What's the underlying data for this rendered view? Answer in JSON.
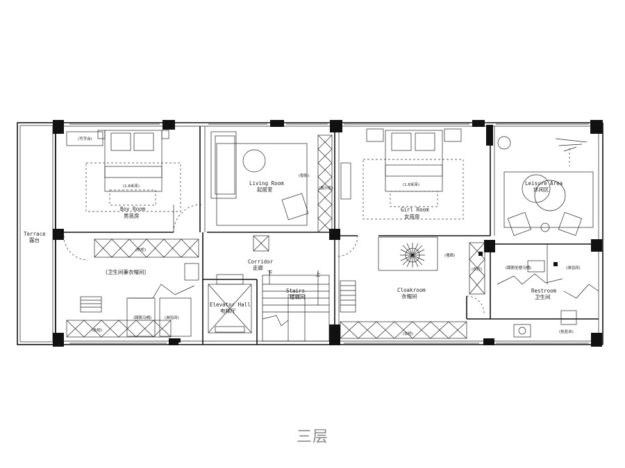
{
  "floor_title": "三层",
  "rooms": {
    "terrace": {
      "en": "Terrace",
      "cn": "露台"
    },
    "boy_room": {
      "en": "Boy Room",
      "cn": "男孩房",
      "bed": "(1.8米床)",
      "desk": "(写字台)"
    },
    "living_room": {
      "en": "Living Room",
      "cn": "起居室",
      "shadow_label": "(投影)",
      "shelf_label": "(展示柜)"
    },
    "girl_room": {
      "en": "Girl Room",
      "cn": "女孩房",
      "bed": "(1.8米床)"
    },
    "leisure_area": {
      "en": "Leisure Area",
      "cn": "休闲区"
    },
    "bath_closet": {
      "cn": "(卫生间兼衣帽间)",
      "cabinet": "(衣柜)",
      "cabinet2": "(衣柜)",
      "toilet": "(蹲厕马桶)",
      "shower": "(淋浴间)"
    },
    "corridor": {
      "en": "Corridor",
      "cn": "走廊"
    },
    "elevator_hall": {
      "en": "Elevator Hall",
      "cn": "电梯厅"
    },
    "stairs": {
      "en": "Stairs",
      "cn": "楼梯间",
      "down": "下",
      "up": "上"
    },
    "cloakroom": {
      "en": "Cloakroom",
      "cn": "衣帽间",
      "mirror": "(墙面)",
      "cabinet": "(衣柜)",
      "side_cabinet": "(衣柜)"
    },
    "restroom": {
      "en": "Restroom",
      "cn": "卫生间",
      "toilet": "(蹲厕坐便马桶)",
      "shower": "(淋浴间)",
      "basin": "(挂盆台)"
    }
  }
}
